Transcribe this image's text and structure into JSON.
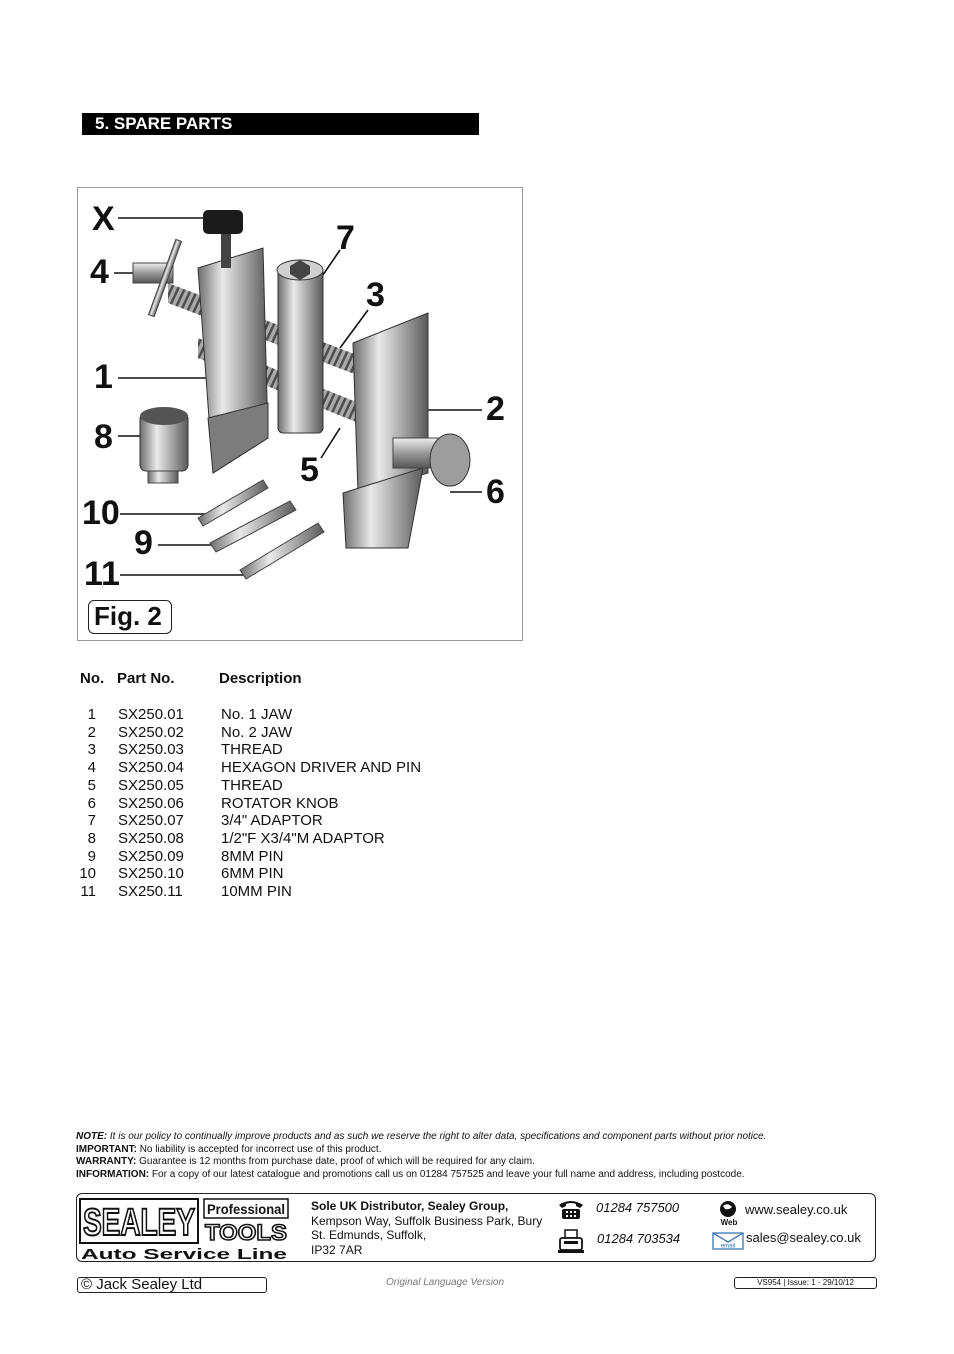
{
  "section": {
    "title": "5. SPARE PARTS"
  },
  "figure": {
    "label": "Fig. 2",
    "callouts": [
      "X",
      "7",
      "4",
      "3",
      "1",
      "2",
      "8",
      "5",
      "6",
      "10",
      "9",
      "11"
    ]
  },
  "table": {
    "headers": {
      "no": "No.",
      "part_no": "Part No.",
      "description": "Description"
    },
    "rows": [
      {
        "no": "1",
        "part_no": "SX250.01",
        "description": "No. 1 JAW"
      },
      {
        "no": "2",
        "part_no": "SX250.02",
        "description": "No. 2 JAW"
      },
      {
        "no": "3",
        "part_no": "SX250.03",
        "description": "THREAD"
      },
      {
        "no": "4",
        "part_no": "SX250.04",
        "description": "HEXAGON DRIVER AND PIN"
      },
      {
        "no": "5",
        "part_no": "SX250.05",
        "description": "THREAD"
      },
      {
        "no": "6",
        "part_no": "SX250.06",
        "description": "ROTATOR KNOB"
      },
      {
        "no": "7",
        "part_no": "SX250.07",
        "description": "3/4\" ADAPTOR"
      },
      {
        "no": "8",
        "part_no": "SX250.08",
        "description": "1/2\"F X3/4\"M ADAPTOR"
      },
      {
        "no": "9",
        "part_no": "SX250.09",
        "description": "8MM PIN"
      },
      {
        "no": "10",
        "part_no": "SX250.10",
        "description": "6MM PIN"
      },
      {
        "no": "11",
        "part_no": "SX250.11",
        "description": "10MM PIN"
      }
    ]
  },
  "notes": {
    "note_label": "NOTE:",
    "note_text": "It is our policy to continually improve products and as such we reserve the right to alter data, specifications and component parts without prior notice.",
    "important_label": "IMPORTANT:",
    "important_text": "No liability is accepted for incorrect use of this product.",
    "warranty_label": "WARRANTY:",
    "warranty_text": "Guarantee is 12 months from purchase date, proof of which will be required for any claim.",
    "information_label": "INFORMATION:",
    "information_text": "For a copy of our latest catalogue and promotions call us on 01284 757525 and leave your full name and address, including postcode."
  },
  "footer": {
    "logo": {
      "brand": "SEALEY",
      "professional": "Professional",
      "tools": "TOOLS",
      "line": "Auto Service Line"
    },
    "distributor_title": "Sole UK Distributor, Sealey Group,",
    "address_1": "Kempson Way, Suffolk Business Park, Bury",
    "address_2": "St. Edmunds, Suffolk,",
    "address_3": "IP32 7AR",
    "phone": "01284 757500",
    "fax": "01284 703534",
    "web": "www.sealey.co.uk",
    "web_icon_label": "Web",
    "email": "sales@sealey.co.uk",
    "email_icon_label": "email",
    "copyright": "©  Jack Sealey Ltd",
    "language": "Original Language Version",
    "issue": "VS954  |  Issue: 1 - 29/10/12"
  },
  "colors": {
    "bar": "#000000",
    "page": "#ffffff",
    "metal": "#b8b8b8"
  }
}
